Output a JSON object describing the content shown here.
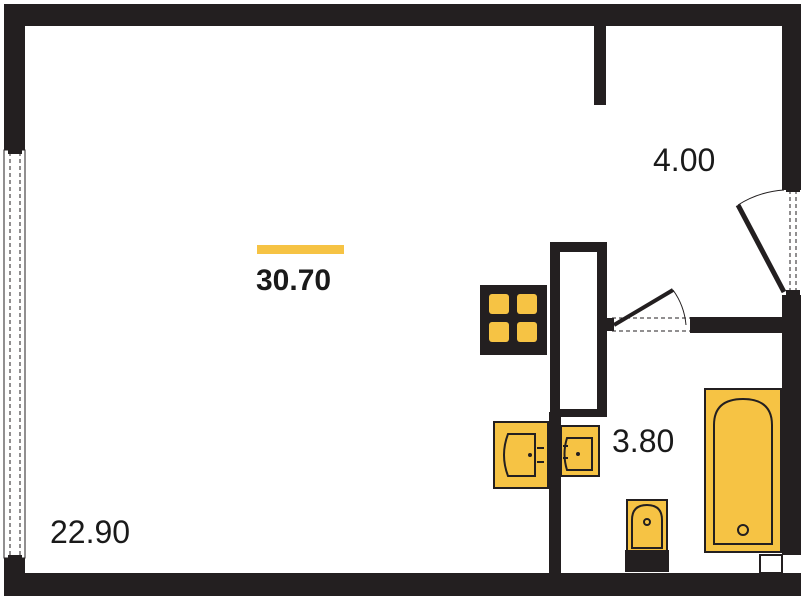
{
  "plan": {
    "total_area": "30.70",
    "rooms": [
      {
        "id": "hall",
        "area": "4.00"
      },
      {
        "id": "bathroom",
        "area": "3.80"
      },
      {
        "id": "living-room",
        "area": "22.90"
      }
    ]
  },
  "colors": {
    "wall": "#231f20",
    "fixture_fill": "#f6c344",
    "accent": "#f6c344",
    "background": "#ffffff"
  }
}
